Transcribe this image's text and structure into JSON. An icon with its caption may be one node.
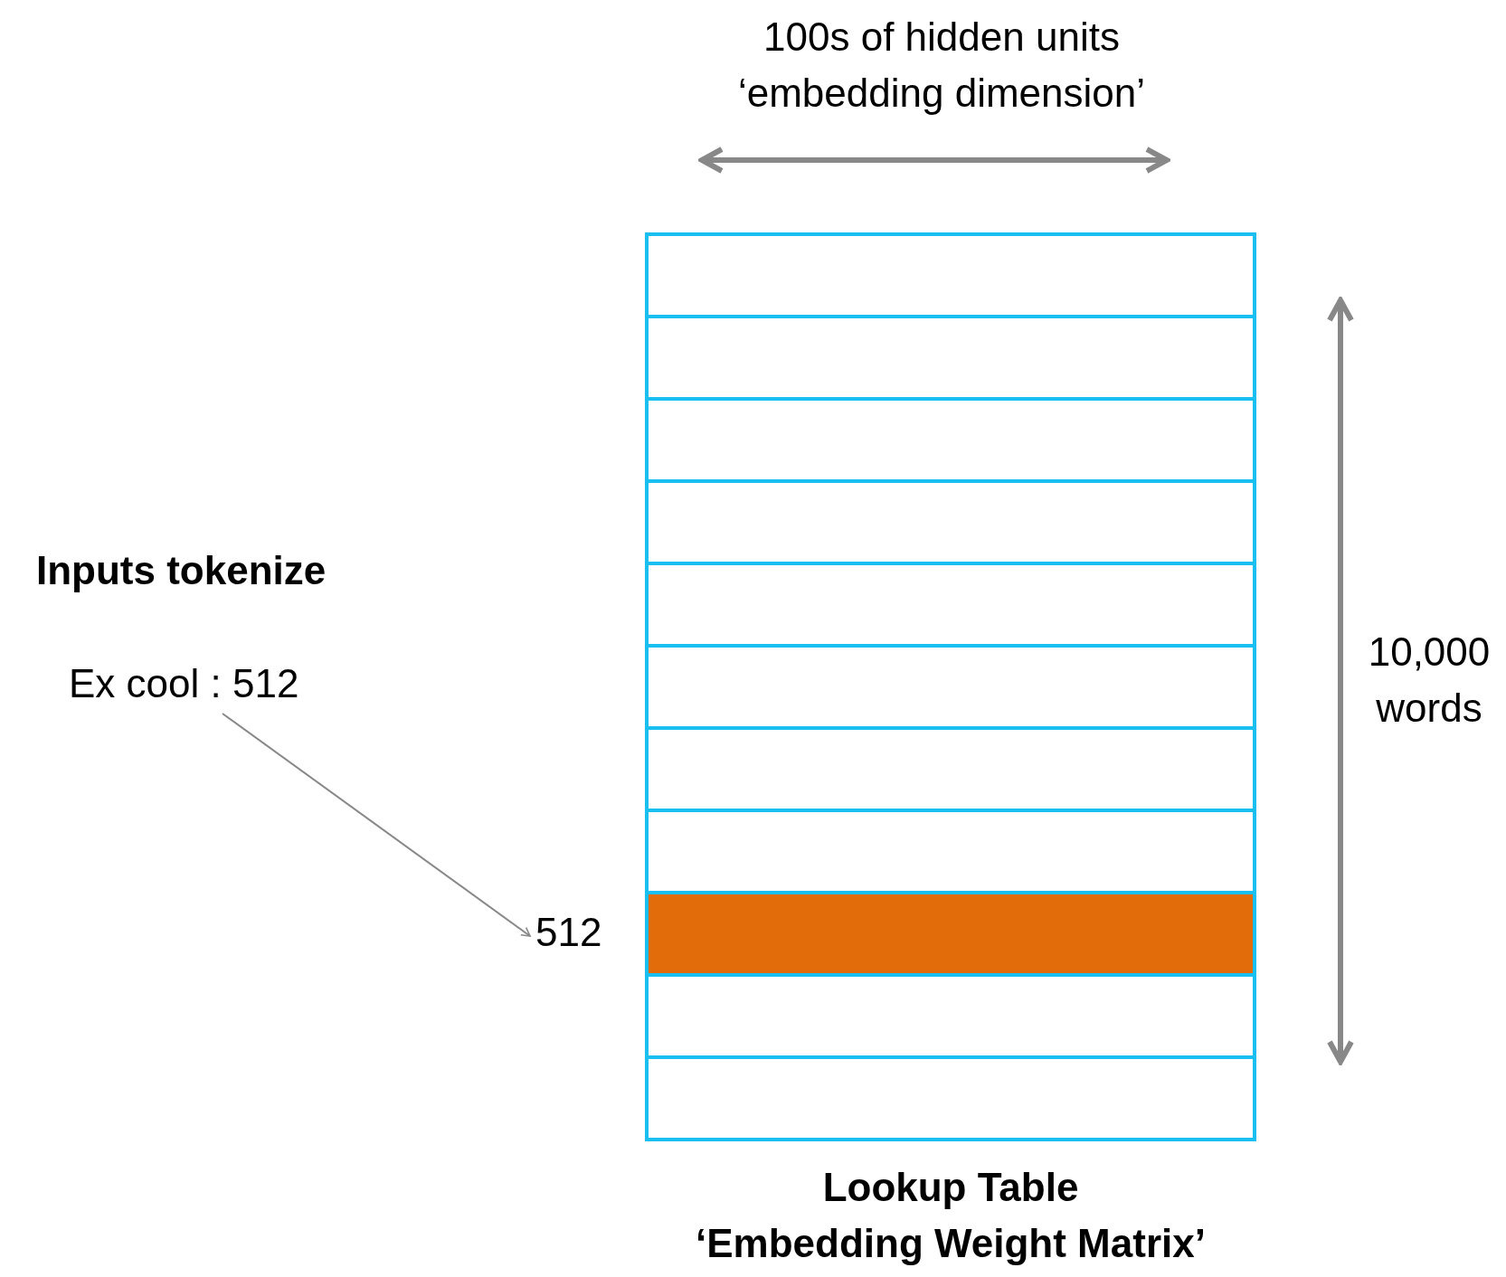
{
  "diagram": {
    "nodes": [
      {
        "text": [
          "Ex cool : 512"
        ]
      },
      {
        "text": [
          "512"
        ]
      },
      {
        "text": [
          "Lookup Table",
          "‘Embedding Weight Matrix’"
        ]
      }
    ],
    "edges": [
      {
        "from": 0,
        "to": 1,
        "arrow": "to"
      }
    ],
    "labels": [
      "100s of hidden units ‘embedding dimension’",
      "Inputs tokenize",
      "10,000 words"
    ]
  }
}
